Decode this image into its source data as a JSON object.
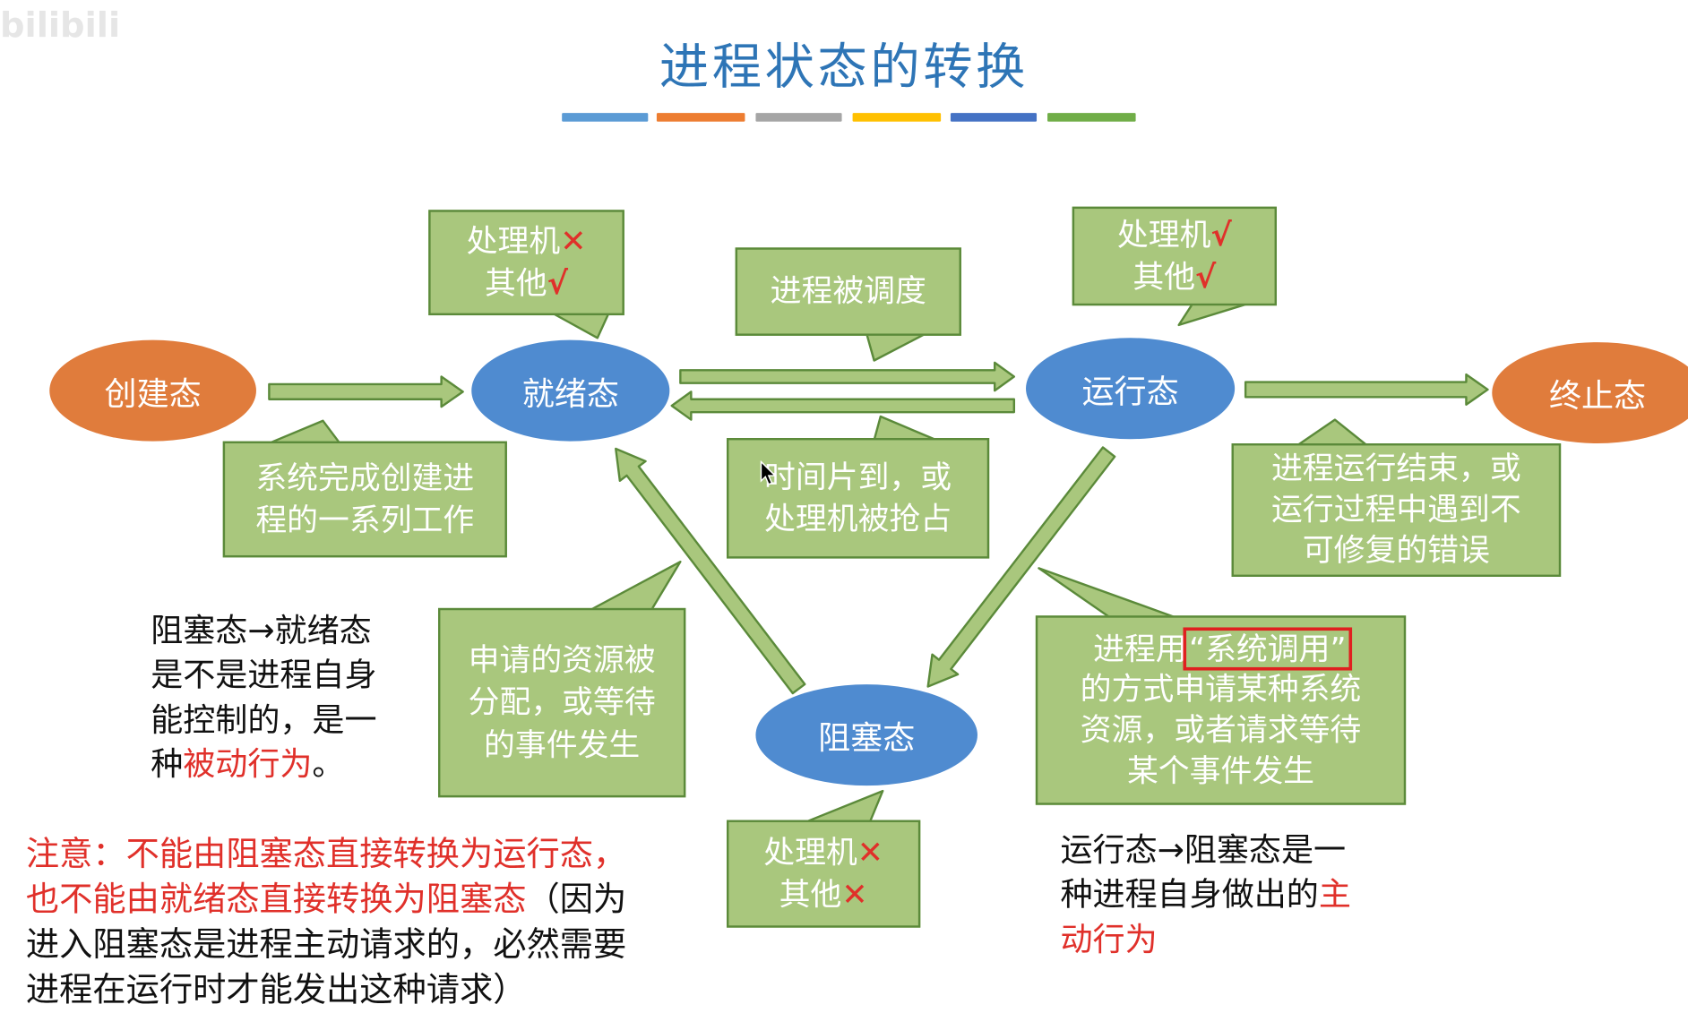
{
  "watermark": "bilibili",
  "title": "进程状态的转换",
  "underline_colors": [
    "#5b9bd5",
    "#ed7d31",
    "#a5a5a5",
    "#ffc000",
    "#4472c4",
    "#70ad47"
  ],
  "colors": {
    "orange_state": "#e07c3c",
    "blue_state": "#4f8bd0",
    "callout_fill": "#a9c77d",
    "arrow_fill": "#a9c77d",
    "emphasis": "#e0302a"
  },
  "states": {
    "new": "创建态",
    "ready": "就绪态",
    "running": "运行态",
    "terminated": "终止态",
    "blocked": "阻塞态"
  },
  "callouts": {
    "ready_status": {
      "line1": "处理机",
      "mark1": "✕",
      "line2": "其他",
      "mark2": "√"
    },
    "running_status": {
      "line1": "处理机",
      "mark1": "√",
      "line2": "其他",
      "mark2": "√"
    },
    "blocked_status": {
      "line1": "处理机",
      "mark1": "✕",
      "line2": "其他",
      "mark2": "✕"
    },
    "dispatched": "进程被调度",
    "create": {
      "line1": "系统完成创建进",
      "line2": "程的一系列工作"
    },
    "timeslice": {
      "line1": "时间片到，或",
      "line2": "处理机被抢占"
    },
    "terminate": {
      "line1": "进程运行结束，或",
      "line2": "运行过程中遇到不",
      "line3": "可修复的错误"
    },
    "resource": {
      "line1": "申请的资源被",
      "line2": "分配，或等待",
      "line3": "的事件发生"
    },
    "syscall": {
      "pre": "进程用",
      "highlight": "“系统调用”",
      "line2": "的方式申请某种系统",
      "line3": "资源，或者请求等待",
      "line4": "某个事件发生"
    }
  },
  "notes": {
    "passive": {
      "line1": "阻塞态→就绪态",
      "line2": "是不是进程自身",
      "line3": "能控制的，是一",
      "line4_pre": "种",
      "line4_red": "被动行为",
      "line4_post": "。"
    },
    "active": {
      "line1": "运行态→阻塞态是一",
      "line2_pre": "种进程自身做出的",
      "line2_red": "主",
      "line3_red": "动行为"
    },
    "warning": {
      "line1_red": "注意：不能由阻塞态直接转换为运行态，",
      "line2_red": "也不能由就绪态直接转换为阻塞态",
      "line2_post": "（因为",
      "line3": "进入阻塞态是进程主动请求的，必然需要",
      "line4": "进程在运行时才能发出这种请求）"
    }
  }
}
